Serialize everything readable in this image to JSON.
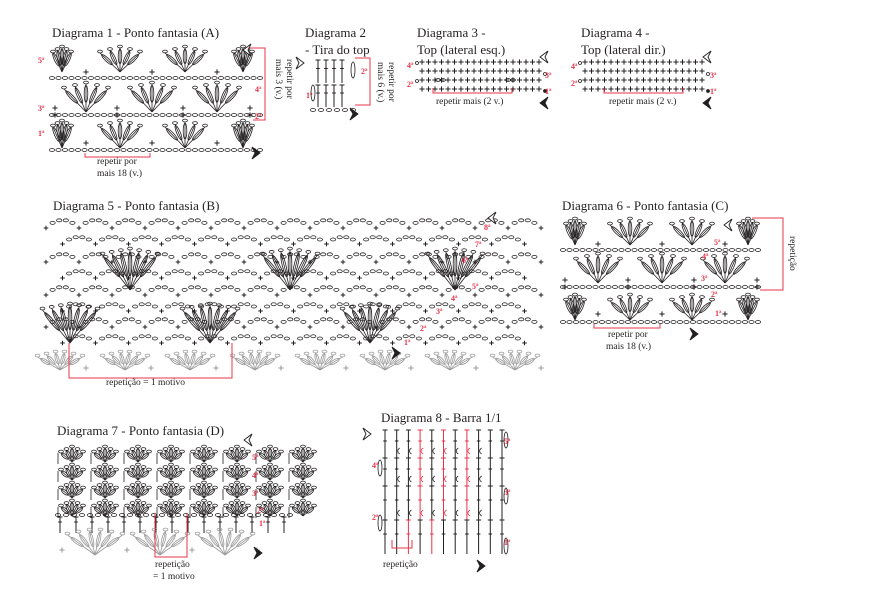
{
  "colors": {
    "ink": "#231f20",
    "accent_red": "#e8344a",
    "grey": "#9a9a9a"
  },
  "d1": {
    "title": "Diagrama 1 - Ponto fantasia (A)",
    "repeat_bottom_1": "repetir por",
    "repeat_bottom_2": "mais 18 (v.)",
    "repeat_side_1": "repetir por",
    "repeat_side_2": "mais 3 (v.)",
    "rows": [
      "5ª",
      "4ª",
      "3ª",
      "2ª",
      "1ª"
    ]
  },
  "d2": {
    "title_1": "Diagrama 2",
    "title_2": "- Tira do top",
    "repeat_side_1": "repetir por",
    "repeat_side_2": "mais 6 (v.)",
    "rows": [
      "2ª",
      "1ª"
    ]
  },
  "d3": {
    "title_1": "Diagrama 3 -",
    "title_2": "Top  (lateral esq.)",
    "repeat": "repetir mais (2 v.)",
    "rows": [
      "4ª",
      "3ª",
      "2ª",
      "1ª"
    ]
  },
  "d4": {
    "title_1": "Diagrama 4 -",
    "title_2": "Top  (lateral dir.)",
    "repeat": "repetir mais (2 v.)",
    "rows": [
      "4ª",
      "3ª",
      "2ª",
      "1ª"
    ]
  },
  "d5": {
    "title": "Diagrama 5 - Ponto fantasia (B)",
    "repeat": "repetição = 1 motivo",
    "rows": [
      "8ª",
      "7ª",
      "6ª",
      "5ª",
      "4ª",
      "3ª",
      "2ª",
      "1ª"
    ]
  },
  "d6": {
    "title": "Diagrama 6 - Ponto fantasia (C)",
    "repeat_1": "repetir por",
    "repeat_2": "mais 18 (v.)",
    "repeat_side": "repetição",
    "rows": [
      "5ª",
      "4ª",
      "3ª",
      "2ª",
      "1ª"
    ]
  },
  "d7": {
    "title": "Diagrama 7 - Ponto fantasia (D)",
    "repeat_1": "repetição",
    "repeat_2": "= 1 motivo",
    "rows": [
      "5ª",
      "4ª",
      "3ª",
      "2ª",
      "1ª"
    ]
  },
  "d8": {
    "title": "Diagrama 8 - Barra 1/1",
    "repeat": "repetição",
    "rows": [
      "5ª",
      "4ª",
      "3ª",
      "2ª",
      "1ª"
    ]
  }
}
